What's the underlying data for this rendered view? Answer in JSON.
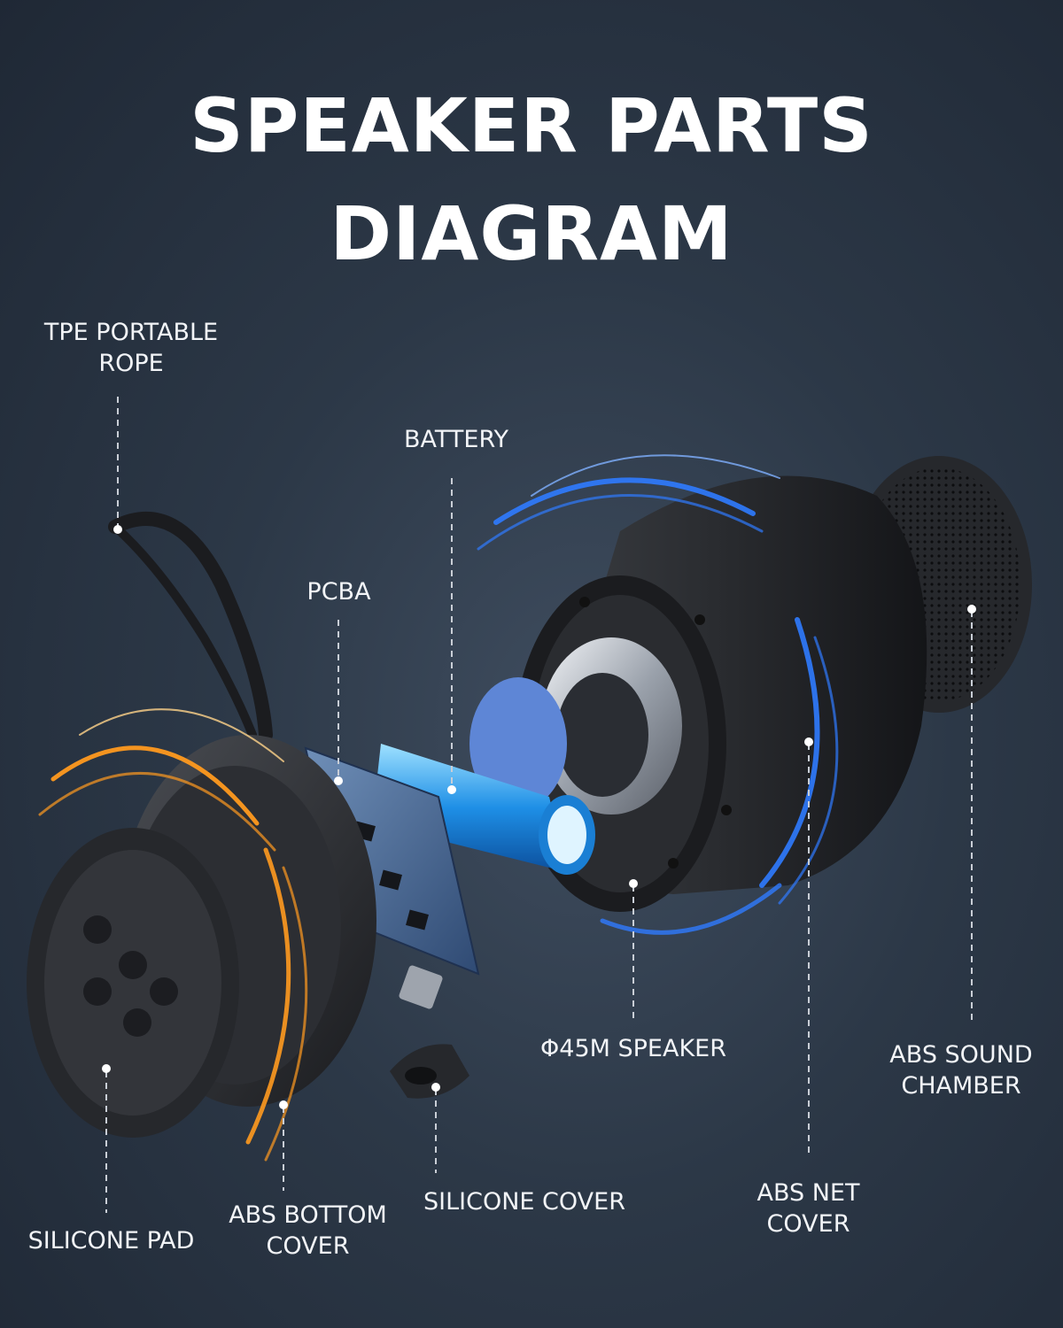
{
  "title": {
    "line1": "SPEAKER PARTS",
    "line2": "DIAGRAM"
  },
  "labels": {
    "rope": {
      "line1": "TPE PORTABLE",
      "line2": "ROPE"
    },
    "battery": "BATTERY",
    "pcba": "PCBA",
    "speaker": "Φ45M SPEAKER",
    "sound_chamber": {
      "line1": "ABS SOUND",
      "line2": "CHAMBER"
    },
    "silicone_pad": "SILICONE PAD",
    "abs_bottom_cover": {
      "line1": "ABS BOTTOM",
      "line2": "COVER"
    },
    "silicone_cover": "SILICONE COVER",
    "abs_net_cover": {
      "line1": "ABS NET",
      "line2": "COVER"
    }
  },
  "colors": {
    "background": "#2c3847",
    "accent_blue": "#2f7bff",
    "accent_orange": "#ff9a1f",
    "leader_line": "#c9ced6"
  }
}
